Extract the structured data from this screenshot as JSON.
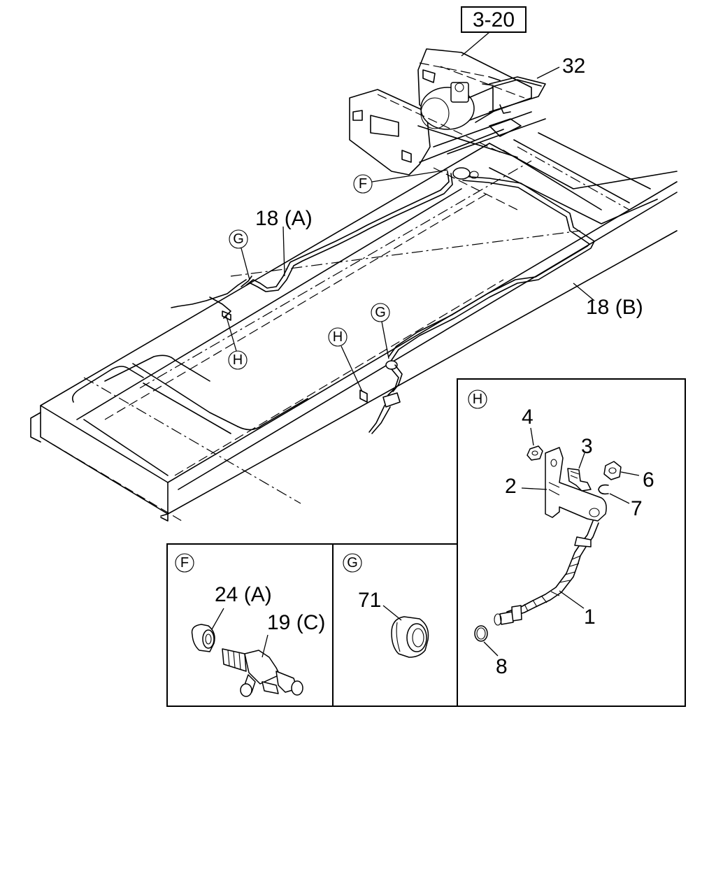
{
  "reference_box": "3-20",
  "callouts": {
    "c32": "32",
    "c18a": "18 (A)",
    "c18b": "18 (B)",
    "c24a": "24 (A)",
    "c19c": "19 (C)",
    "c71": "71",
    "c1": "1",
    "c2": "2",
    "c3": "3",
    "c4": "4",
    "c6": "6",
    "c7": "7",
    "c8": "8"
  },
  "markers": {
    "F": "F",
    "G": "G",
    "H": "H"
  }
}
